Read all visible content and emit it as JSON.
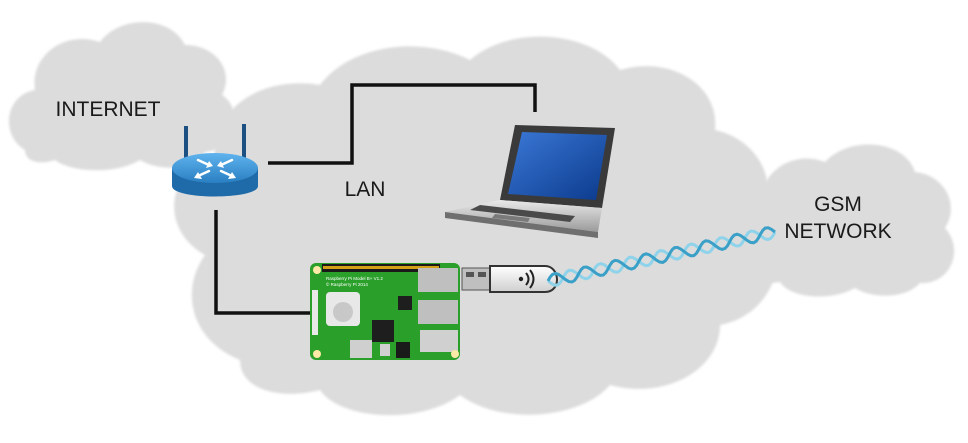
{
  "labels": {
    "internet": "INTERNET",
    "lan": "LAN",
    "gsm_line1": "GSM",
    "gsm_line2": "NETWORK"
  },
  "board_text": {
    "line1": "Raspberry Pi Model B+ V1.2",
    "line2": "© Raspberry Pi 2014"
  },
  "icons": {
    "router": "router-icon",
    "laptop": "laptop-icon",
    "board": "raspberry-pi-board-icon",
    "modem": "usb-gsm-modem-icon",
    "wireless": "wireless-signal-icon"
  },
  "colors": {
    "cloud": "#dcdcdc",
    "cable": "#111111",
    "router": "#2f86c9",
    "board": "#2aa02a",
    "signal": "#8fd3ea"
  }
}
